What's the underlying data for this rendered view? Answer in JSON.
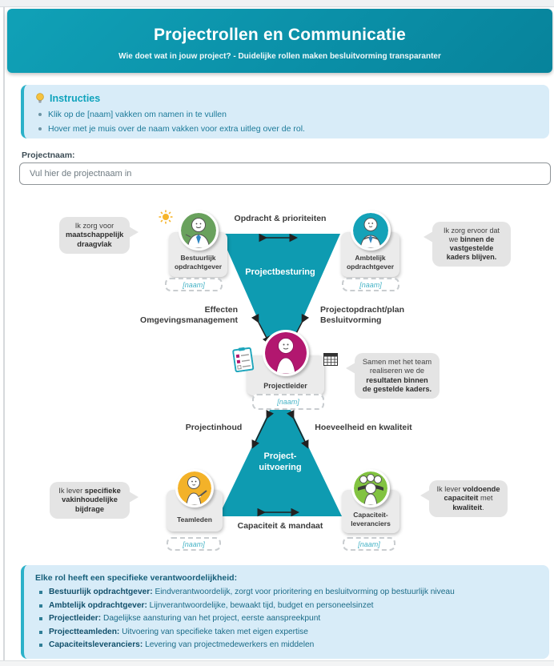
{
  "header": {
    "title": "Projectrollen en Communicatie",
    "subtitle": "Wie doet wat in jouw project? - Duidelijke rollen maken besluitvorming transparanter"
  },
  "instructions": {
    "icon": "lightbulb-icon",
    "title": "Instructies",
    "items": [
      "Klik op de [naam] vakken om namen in te vullen",
      "Hover met je muis over de naam vakken voor extra uitleg over de rol."
    ]
  },
  "project_name": {
    "label": "Projectnaam:",
    "placeholder": "Vul hier de projectnaam in",
    "value": ""
  },
  "diagram": {
    "zones": {
      "besturing": "Projectbesturing",
      "uitvoering_line1": "Project-",
      "uitvoering_line2": "uitvoering"
    },
    "flows": {
      "top": "Opdracht & prioriteiten",
      "left_upper_line1": "Effecten",
      "left_upper_line2": "Omgevingsmanagement",
      "right_upper_line1": "Projectopdracht/plan",
      "right_upper_line2": "Besluitvorming",
      "left_lower": "Projectinhoud",
      "right_lower": "Hoeveelheid en kwaliteit",
      "bottom": "Capaciteit & mandaat"
    },
    "roles": {
      "bestuurlijk": {
        "label1": "Bestuurlijk",
        "label2": "opdrachtgever",
        "naam": "[naam]",
        "bubble": {
          "pre": "Ik zorg voor ",
          "bold": "maatschappelijk draagvlak",
          "mid": "",
          "bold2": "",
          "post": ""
        }
      },
      "ambtelijk": {
        "label1": "Ambtelijk",
        "label2": "opdrachtgever",
        "naam": "[naam]",
        "bubble": {
          "pre": "Ik zorg ervoor dat we ",
          "bold": "binnen de vastgestelde kaders blijven.",
          "mid": "",
          "bold2": "",
          "post": ""
        }
      },
      "projectleider": {
        "label1": "Projectleider",
        "label2": "",
        "naam": "[naam]",
        "bubble": {
          "pre": "Samen met het team realiseren we de ",
          "bold": "resultaten binnen de gestelde kaders.",
          "mid": "",
          "bold2": "",
          "post": ""
        }
      },
      "teamleden": {
        "label1": "Teamleden",
        "label2": "",
        "naam": "[naam]",
        "bubble": {
          "pre": "Ik lever ",
          "bold": "specifieke vakinhoudelijke bijdrage",
          "mid": "",
          "bold2": "",
          "post": ""
        }
      },
      "capaciteit": {
        "label1": "Capaciteit-",
        "label2": "leveranciers",
        "naam": "[naam]",
        "bubble": {
          "pre": "Ik lever ",
          "bold": "voldoende capaciteit",
          "mid": " met ",
          "bold2": "kwaliteit",
          "post": "."
        }
      }
    },
    "icons": {
      "sun": "sun-icon",
      "checklist": "checklist-icon",
      "calendar": "calendar-icon"
    }
  },
  "footer": {
    "title": "Elke rol heeft een specifieke verantwoordelijkheid:",
    "items": [
      {
        "role": "Bestuurlijk opdrachtgever:",
        "desc": " Eindverantwoordelijk, zorgt voor prioritering en besluitvorming op bestuurlijk niveau"
      },
      {
        "role": "Ambtelijk opdrachtgever:",
        "desc": " Lijnverantwoordelijke, bewaakt tijd, budget en personeelsinzet"
      },
      {
        "role": "Projectleider:",
        "desc": " Dagelijkse aansturing van het project, eerste aanspreekpunt"
      },
      {
        "role": "Projectteamleden:",
        "desc": " Uitvoering van specifieke taken met eigen expertise"
      },
      {
        "role": "Capaciteitsleveranciers:",
        "desc": " Levering van projectmedewerkers en middelen"
      }
    ]
  },
  "colors": {
    "teal": "#0e9bb1",
    "header_teal": "#0b90a8",
    "magenta": "#b2176f",
    "green": "#69a15d",
    "yellow": "#f3b229",
    "lime": "#82c341",
    "info_bg": "#d8ecf8",
    "bubble_bg": "#e4e4e4"
  }
}
